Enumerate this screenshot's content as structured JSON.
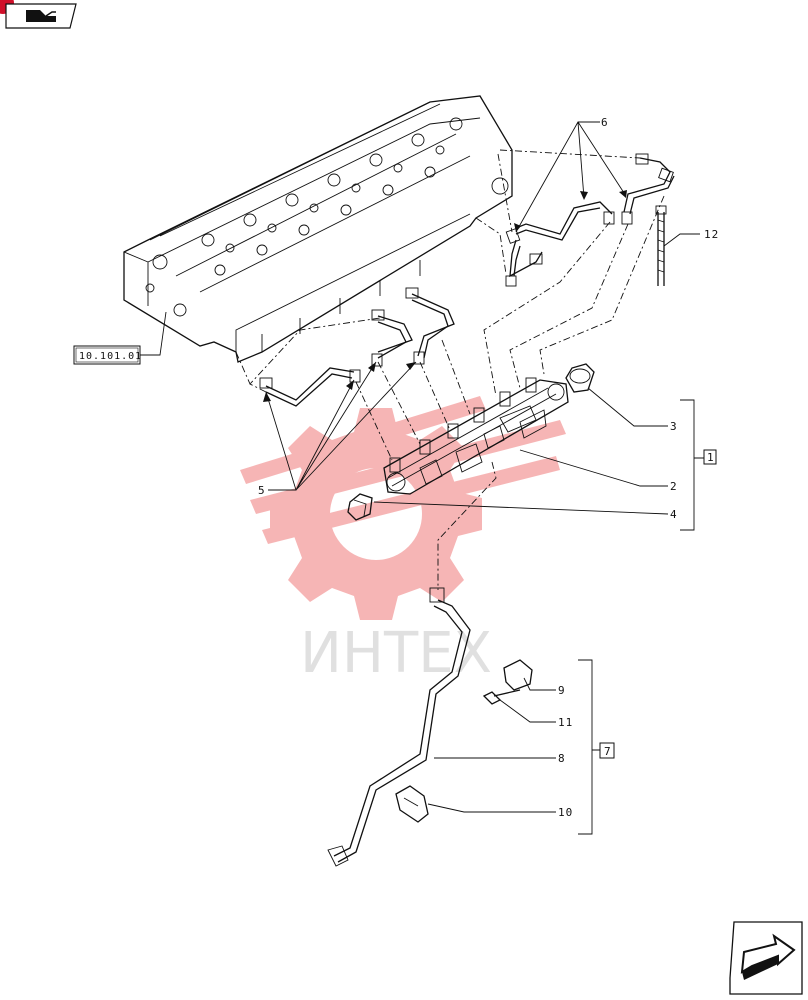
{
  "header": {
    "icon": "pump-symbol-icon",
    "badge_color": "#d0102a"
  },
  "watermark": {
    "text": "ИНТЕХ",
    "gear_color": "#f07a7a"
  },
  "references": {
    "cylinder_head": "10.101.01"
  },
  "callouts": {
    "c1": "1",
    "c2": "2",
    "c3": "3",
    "c4": "4",
    "c5": "5",
    "c6": "6",
    "c7": "7",
    "c8": "8",
    "c9": "9",
    "c10": "10",
    "c11": "11",
    "c12": "12"
  },
  "navigation": {
    "next_icon": "next-page-arrow-icon"
  }
}
